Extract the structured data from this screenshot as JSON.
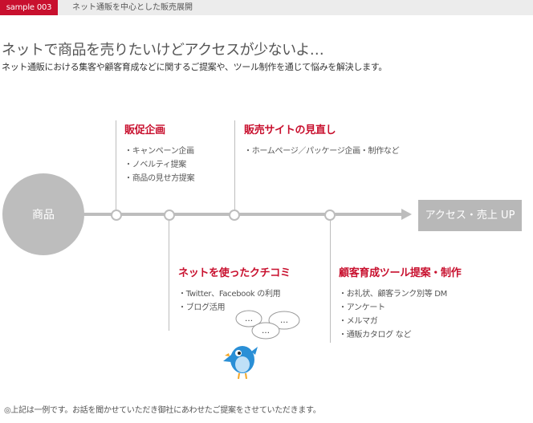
{
  "header": {
    "sample_tag": "sample 003",
    "title": "ネット通販を中心とした販売展開"
  },
  "main_heading": "ネットで商品を売りたいけどアクセスが少ないよ…",
  "sub_heading": "ネット通販における集客や顧客育成などに関するご提案や、ツール制作を通じて悩みを解決します。",
  "diagram": {
    "start_label": "商品",
    "end_label": "アクセス・売上 UP",
    "groups": [
      {
        "title": "販促企画",
        "items": [
          "・キャンペーン企画",
          "・ノベルティ提案",
          "・商品の見せ方提案"
        ]
      },
      {
        "title": "販売サイトの見直し",
        "items": [
          "・ホームページ／パッケージ企画・制作など"
        ]
      },
      {
        "title": "ネットを使ったクチコミ",
        "items": [
          "・Twitter、Facebook の利用",
          "・ブログ活用"
        ]
      },
      {
        "title": "顧客育成ツール提案・制作",
        "items": [
          "・お礼状、顧客ランク別等 DM",
          "・アンケート",
          "・メルマガ",
          "・通販カタログ など"
        ]
      }
    ],
    "speech_bubbles": [
      "…",
      "…",
      "…"
    ]
  },
  "footnote": "◎上記は一例です。お話を聞かせていただき御社にあわせたご提案をさせていただきます。",
  "colors": {
    "accent": "#c8102e",
    "line": "#bdbdbd",
    "mascot_blue": "#2a8fd6"
  },
  "icons": {
    "mascot": "blue-bird-mascot-icon"
  }
}
